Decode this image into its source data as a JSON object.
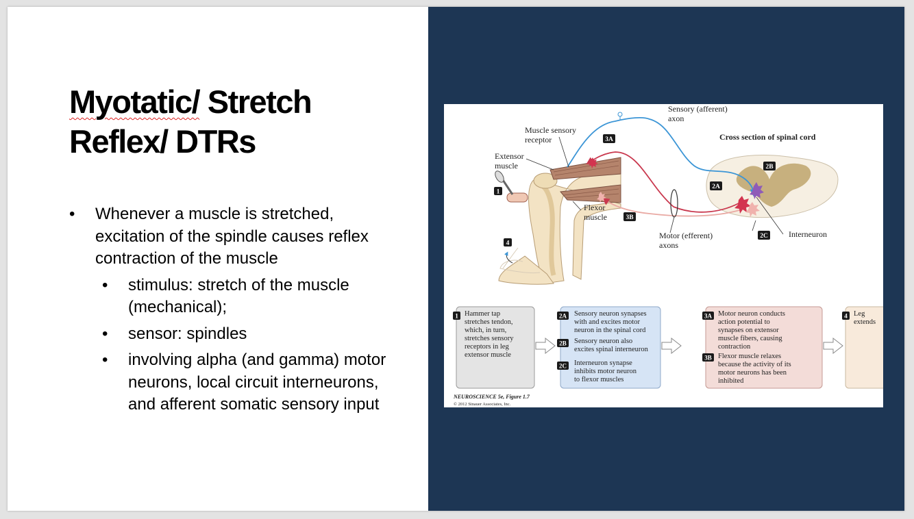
{
  "title": {
    "part1": "Myotatic/",
    "part2": " Stretch",
    "line2": "Reflex/ DTRs"
  },
  "bullets": {
    "main": [
      "Whenever a muscle is stretched,",
      "excitation of the spindle causes reflex",
      "contraction of the muscle"
    ],
    "sub": [
      [
        "stimulus: stretch of the muscle",
        "(mechanical);"
      ],
      [
        "sensor: spindles"
      ],
      [
        "involving alpha (and gamma) motor",
        "neurons, local circuit interneurons,",
        "and afferent somatic sensory input"
      ]
    ]
  },
  "figure": {
    "labels": {
      "sensory_axon": [
        "Sensory (afferent)",
        "axon"
      ],
      "muscle_receptor": [
        "Muscle sensory",
        "receptor"
      ],
      "extensor": [
        "Extensor",
        "muscle"
      ],
      "flexor": [
        "Flexor",
        "muscle"
      ],
      "motor_axons": [
        "Motor (efferent)",
        "axons"
      ],
      "cross_section": "Cross section of spinal cord",
      "interneuron": "Interneuron"
    },
    "badges": {
      "b1": "1",
      "b2a": "2A",
      "b2b": "2B",
      "b2c": "2C",
      "b3a": "3A",
      "b3b": "3B",
      "b4": "4"
    },
    "steps": {
      "box1": [
        "Hammer tap",
        "stretches tendon,",
        "which, in turn,",
        "stretches sensory",
        "receptors in leg",
        "extensor muscle"
      ],
      "box2a": [
        "Sensory neuron synapses",
        "with and excites motor",
        "neuron in the spinal cord"
      ],
      "box2b": [
        "Sensory neuron also",
        "excites spinal interneuron"
      ],
      "box2c": [
        "Interneuron synapse",
        "inhibits motor neuron",
        "to flexor muscles"
      ],
      "box3a": [
        "Motor neuron conducts",
        "action potential to",
        "synapses on extensor",
        "muscle fibers, causing",
        "contraction"
      ],
      "box3b": [
        "Flexor muscle relaxes",
        "because the activity of its",
        "motor neurons has been",
        "inhibited"
      ],
      "box4": [
        "Leg",
        "extends"
      ]
    },
    "credit": {
      "line1": "NEUROSCIENCE 5e, Figure 1.7",
      "line2": "© 2012 Sinauer Associates, Inc."
    }
  },
  "colors": {
    "slide_bg": "#ffffff",
    "panel_bg": "#1d3654",
    "sensory": "#3b95d6",
    "motor": "#c9384e",
    "box_gray": "#e4e4e4",
    "box_blue": "#d6e4f5",
    "box_red": "#f3dcd8",
    "box_cream": "#f8eadb"
  }
}
